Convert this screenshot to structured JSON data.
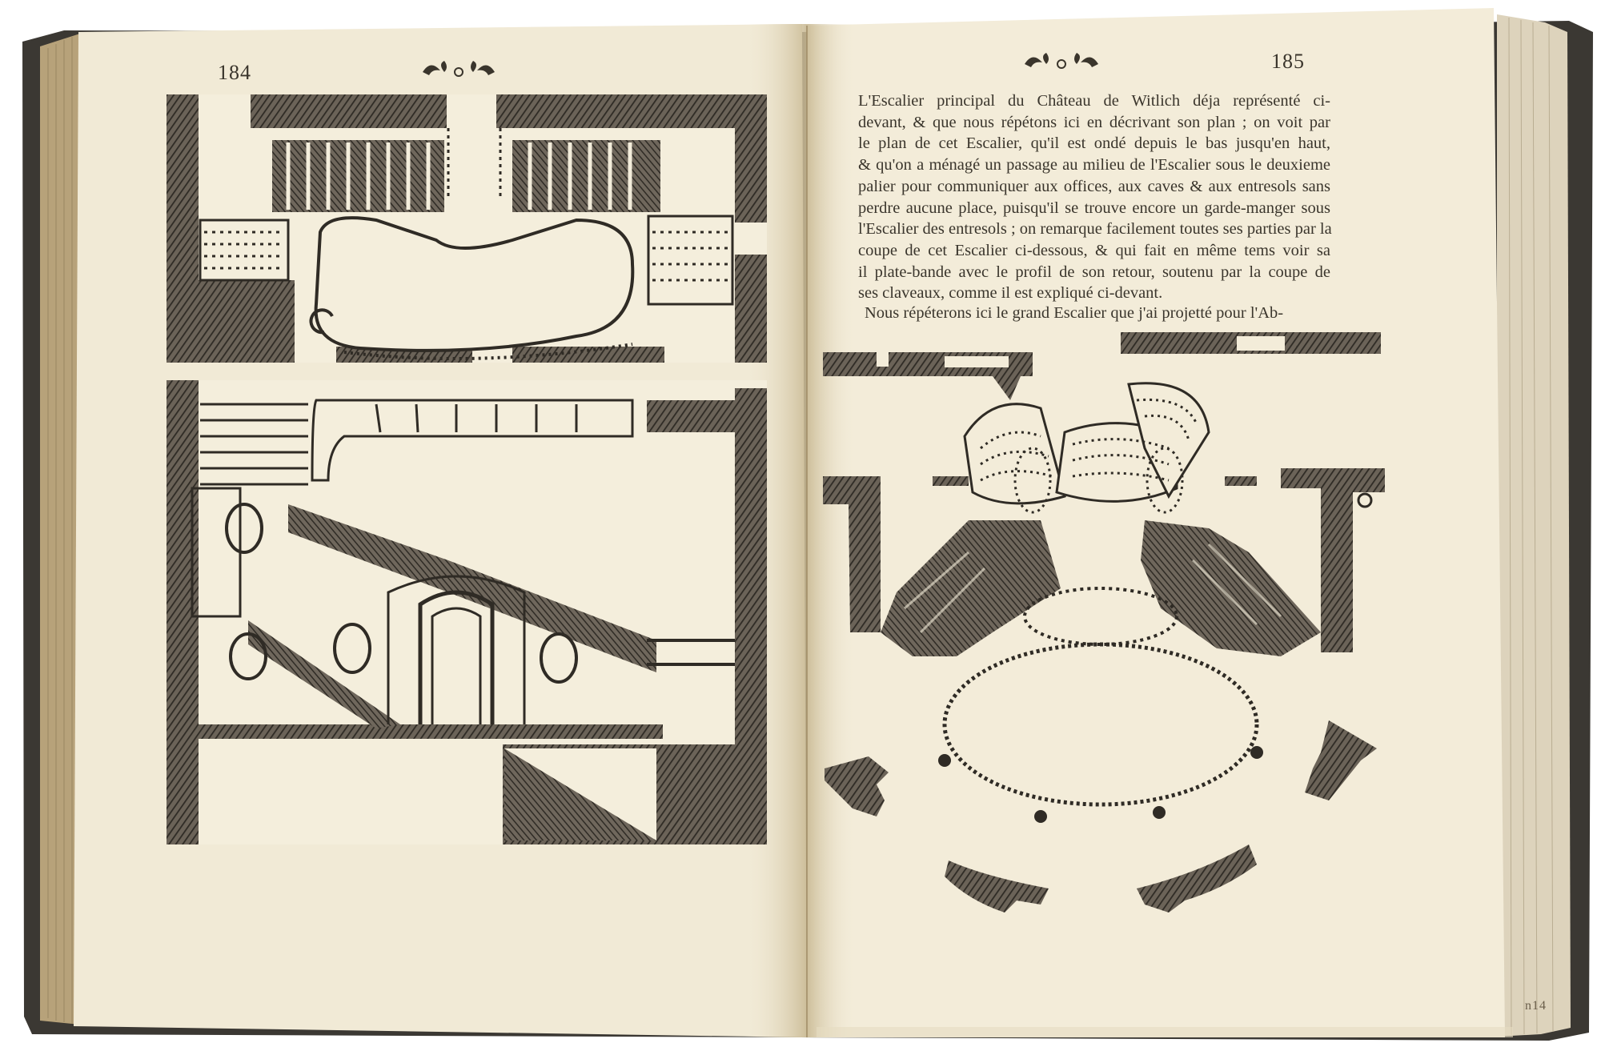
{
  "book": {
    "left_page": {
      "page_number": "184",
      "headpiece": "❦ o ❦",
      "figures": [
        {
          "name": "upper staircase plan"
        },
        {
          "name": "lower staircase section"
        }
      ]
    },
    "right_page": {
      "page_number": "185",
      "headpiece": "❦ o ❦",
      "paragraph_lines": [
        "L'Escalier principal du Château de Witlich déja représenté ci-",
        "devant, & que nous répétons ici en décrivant son plan ; on voit par",
        "le plan de cet Escalier, qu'il est ondé depuis le bas jusqu'en haut,",
        "& qu'on a ménagé un passage au milieu de l'Escalier sous le deuxieme",
        "palier pour communiquer aux offices, aux caves & aux entresols sans",
        "perdre aucune place, puisqu'il se trouve encore un garde-manger sous",
        "l'Escalier des entresols ; on remarque facilement toutes ses parties par la",
        "coupe de cet Escalier ci-dessous, & qui fait en même tems voir sa",
        "il plate-bande avec le profil de son retour, soutenu par la coupe de",
        "ses claveaux, comme il est expliqué ci-devant."
      ],
      "continuation_line": "Nous répéterons ici le grand Escalier que j'ai projetté pour l'Ab-",
      "figures": [
        {
          "name": "grand staircase oval plan"
        }
      ]
    },
    "edge_marks": "n14"
  },
  "colors": {
    "paper": "#f1ead6",
    "paper_shadow": "#d9ccab",
    "ink": "#2f2b25",
    "cover": "#3b3833"
  }
}
